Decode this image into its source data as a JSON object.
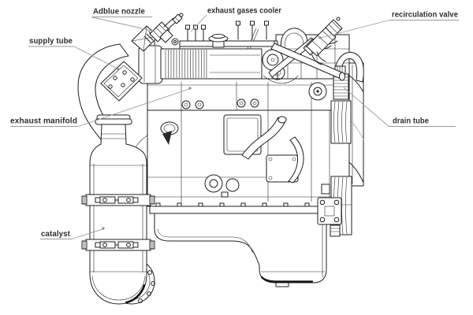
{
  "figure": {
    "type": "technical line drawing",
    "subject": "diesel engine side view with SCR exhaust aftertreatment components"
  },
  "labels": [
    {
      "id": "adblue-nozzle",
      "text": "Adblue nozzle"
    },
    {
      "id": "exhaust-gases-cooler",
      "text": "exhaust gases cooler"
    },
    {
      "id": "recirculation-valve",
      "text": "recirculation valve"
    },
    {
      "id": "supply-tube",
      "text": "supply tube"
    },
    {
      "id": "exhaust-manifold",
      "text": "exhaust manifold"
    },
    {
      "id": "drain-tube",
      "text": "drain tube"
    },
    {
      "id": "catalyst",
      "text": "catalyst"
    }
  ],
  "colors": {
    "background": "#ffffff",
    "drawing_line": "#1f1f1f",
    "leader_line": "#9a9a9a",
    "label_text": "#2d2d2d"
  }
}
